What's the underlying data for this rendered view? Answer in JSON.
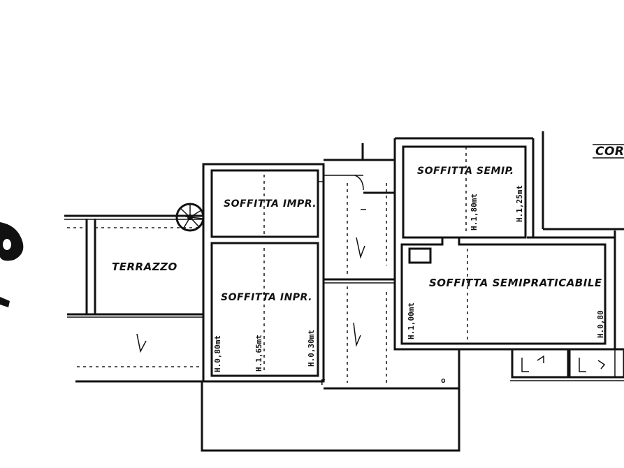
{
  "labels": {
    "terrazzo": "TERRAZZO",
    "soffitta_top": "SOFFITTA IMPR.",
    "soffitta_mid": "SOFFITTA INPR.",
    "soffitta_semip": "SOFFITTA SEMIP.",
    "soffitta_semipraticabile": "SOFFITTA SEMIPRATICABILE",
    "cor_fragment": "COR"
  },
  "heights": {
    "h180": "H.1,80mt",
    "h125": "H.1,25mt",
    "h100": "H.1,00mt",
    "h080": "H.0,80",
    "h080b": "H.0,80mt",
    "h165": "H.1,65mt",
    "h030": "H.0,30mt"
  }
}
